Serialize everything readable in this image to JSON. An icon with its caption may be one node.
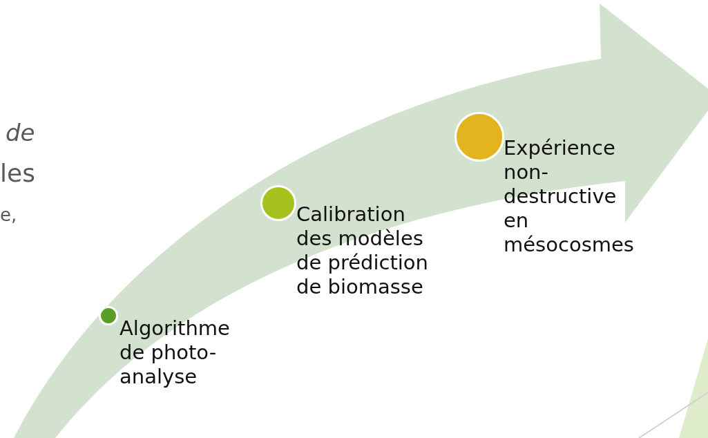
{
  "diagram": {
    "nodes": [
      {
        "text": [
          "Algorithme de photo-analyse"
        ]
      },
      {
        "text": [
          "Calibration des modèles de prédiction de biomasse"
        ]
      },
      {
        "text": [
          "Expérience non-destructive en mésocosmes"
        ]
      }
    ],
    "labels": [
      "*de*",
      "les",
      "e,"
    ]
  }
}
